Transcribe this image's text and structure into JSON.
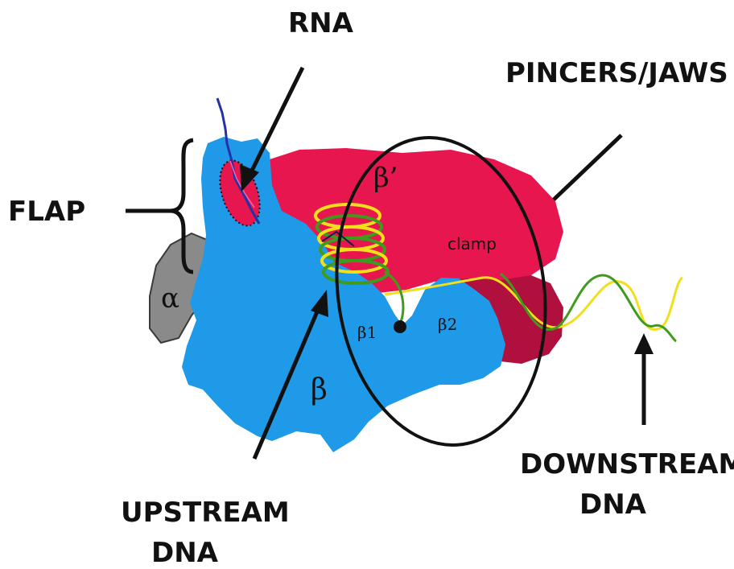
{
  "labels": {
    "rna": "RNA",
    "pincers": "PINCERS/JAWS",
    "flap": "FLAP",
    "upstream_1": "UPSTREAM",
    "upstream_2": "DNA",
    "downstream_1": "DOWNSTREAM",
    "downstream_2": "DNA"
  },
  "subunits": {
    "beta_prime": "β’",
    "clamp": "clamp",
    "alpha": "α",
    "beta": "β",
    "beta1": "β1",
    "beta2": "β2"
  },
  "colors": {
    "beta_blue": "#1f9ae8",
    "beta_prime_red": "#e8164f",
    "dark_red": "#b0103d",
    "alpha_gray": "#8a8a8a",
    "dna_yellow": "#f2df1c",
    "dna_green": "#3f9a1e",
    "rna_blue": "#2431a8",
    "outline": "#111111"
  }
}
